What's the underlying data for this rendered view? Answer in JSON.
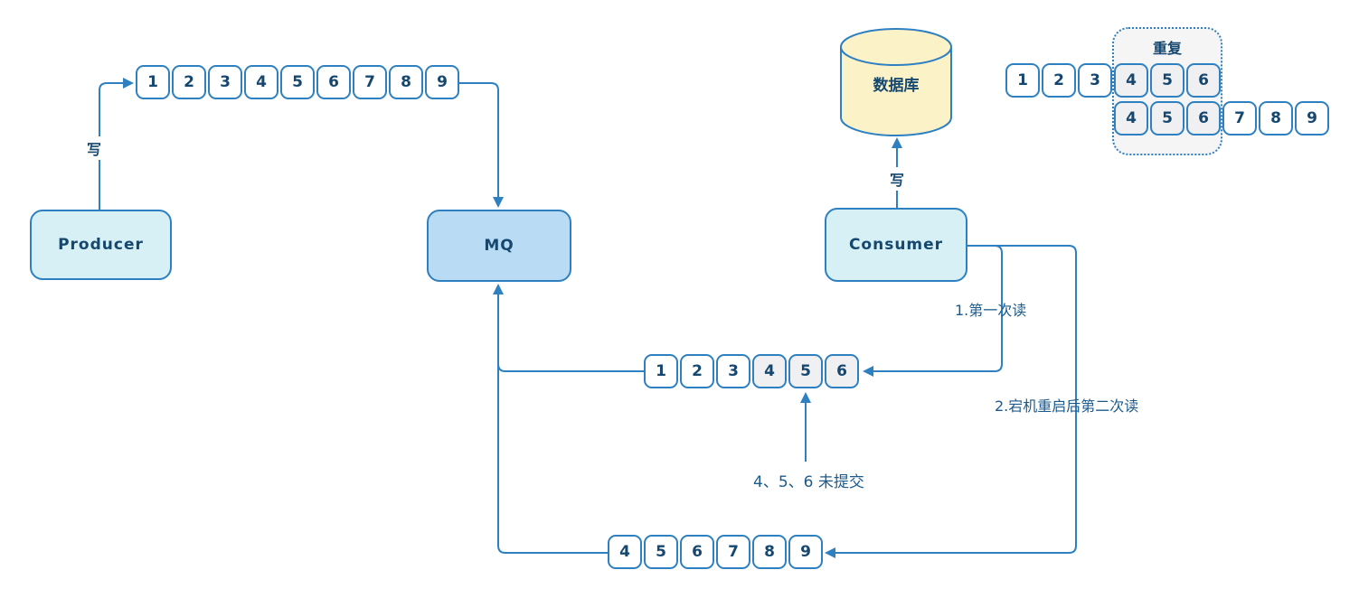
{
  "nodes": {
    "producer": "Producer",
    "mq": "MQ",
    "consumer": "Consumer",
    "database": "数据库"
  },
  "labels": {
    "producer_write": "写",
    "consumer_write": "写",
    "first_read": "1.第一次读",
    "second_read": "2.宕机重启后第二次读",
    "uncommitted": "4、5、6 未提交",
    "duplicate": "重复"
  },
  "queues": {
    "produced": [
      "1",
      "2",
      "3",
      "4",
      "5",
      "6",
      "7",
      "8",
      "9"
    ],
    "first_read": [
      "1",
      "2",
      "3",
      "4",
      "5",
      "6"
    ],
    "second_read": [
      "4",
      "5",
      "6",
      "7",
      "8",
      "9"
    ],
    "db_row1": [
      "1",
      "2",
      "3",
      "4",
      "5",
      "6"
    ],
    "db_row2": [
      "4",
      "5",
      "6",
      "7",
      "8",
      "9"
    ]
  },
  "colors": {
    "line": "#2e80c1",
    "node_text": "#15476f",
    "producer_fill": "#d6f0f5",
    "mq_fill": "#b9dcf4",
    "consumer_fill": "#d6f0f5",
    "database_fill": "#fbf2c8",
    "highlight_cell_fill": "#f0f0f2"
  }
}
